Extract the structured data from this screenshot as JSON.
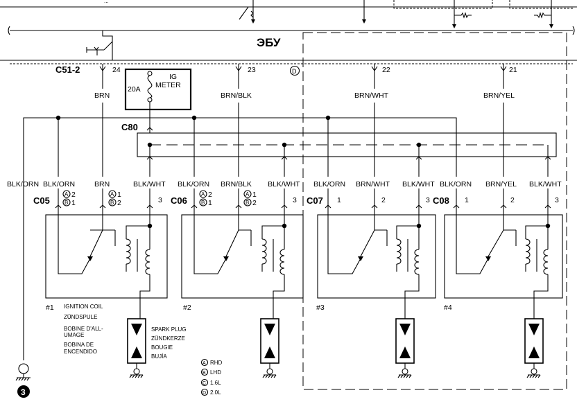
{
  "ecu": {
    "label": "ЭБУ",
    "connector": "C51-2",
    "pins": [
      "24",
      "23",
      "22",
      "21"
    ],
    "top_note": "..."
  },
  "fuse": {
    "rating": "20A",
    "name_line1": "IG",
    "name_line2": "METER"
  },
  "variant_circle_d": "D",
  "wires_top": [
    "BRN",
    "BRN/BLK",
    "BRN/WHT",
    "BRN/YEL"
  ],
  "splice": "C80",
  "coils": [
    {
      "conn": "C05",
      "num": "#1",
      "w1": "BLK/ORN",
      "w2": "BLK/ORN",
      "w3": "BRN",
      "w4": "BLK/WHT",
      "p1a": "A",
      "p1a_n": "2",
      "p1b": "B",
      "p1b_n": "1",
      "p2a": "A",
      "p2a_n": "1",
      "p2b": "B",
      "p2b_n": "2",
      "p3": "3"
    },
    {
      "conn": "C06",
      "num": "#2",
      "w1": "BLK/ORN",
      "w2": "BRN/BLK",
      "w3": "BLK/WHT",
      "p1a": "A",
      "p1a_n": "2",
      "p1b": "B",
      "p1b_n": "1",
      "p2a": "A",
      "p2a_n": "1",
      "p2b": "B",
      "p2b_n": "2",
      "p3": "3"
    },
    {
      "conn": "C07",
      "num": "#3",
      "w1": "BLK/ORN",
      "w2": "BRN/WHT",
      "w3": "BLK/WHT",
      "p1": "1",
      "p2": "2",
      "p3": "3"
    },
    {
      "conn": "C08",
      "num": "#4",
      "w1": "BLK/ORN",
      "w2": "BRN/YEL",
      "w3": "BLK/WHT",
      "p1": "1",
      "p2": "2",
      "p3": "3"
    }
  ],
  "coil_names": [
    "IGNITION COIL",
    "ZÜNDSPULE",
    "BOBINE D'ALL-",
    "UMAGE",
    "BOBINA DE",
    "ENCENDIDO"
  ],
  "plug_names": [
    "SPARK PLUG",
    "ZÜNDKERZE",
    "BOUGIE",
    "BUJÍA"
  ],
  "legend": [
    {
      "sym": "A",
      "text": "RHD"
    },
    {
      "sym": "B",
      "text": "LHD"
    },
    {
      "sym": "C",
      "text": "1.6L"
    },
    {
      "sym": "D",
      "text": "2.0L"
    }
  ],
  "ground_ref": "3"
}
